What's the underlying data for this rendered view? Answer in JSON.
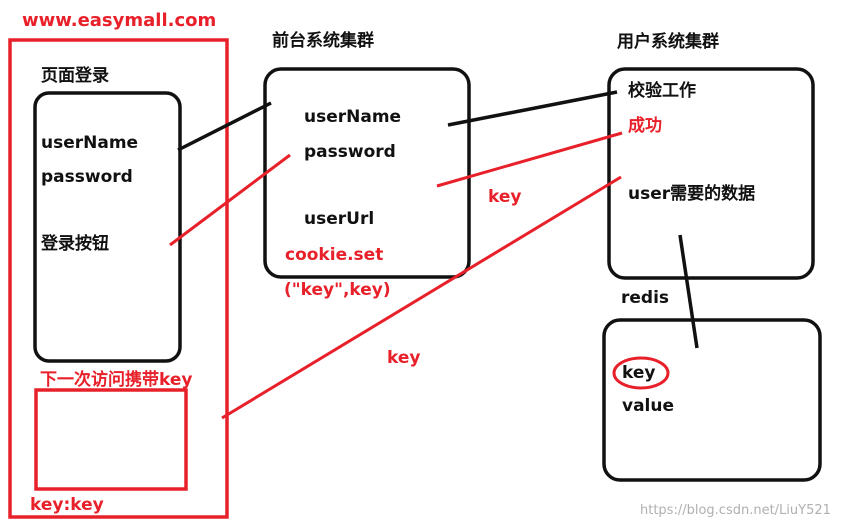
{
  "site_url": "www.easymall.com",
  "login_page": {
    "title": "页面登录",
    "fields": [
      "userName",
      "password"
    ],
    "button": "登录按钮",
    "next_visit": "下一次访问携带key",
    "cookie": "key:key"
  },
  "frontend": {
    "title": "前台系统集群",
    "fields": [
      "userName",
      "password",
      "userUrl"
    ],
    "cookie_set": "cookie.set",
    "cookie_args": "(\"key\",key)"
  },
  "user_system": {
    "title": "用户系统集群",
    "items": [
      "校验工作",
      "成功",
      "user需要的数据"
    ]
  },
  "redis": {
    "title": "redis",
    "key": "key",
    "value": "value"
  },
  "edge_labels": {
    "key_1": "key",
    "key_2": "key"
  },
  "watermark": "https://blog.csdn.net/LiuY521",
  "colors": {
    "accent": "#e8202a",
    "ink": "#111111"
  }
}
